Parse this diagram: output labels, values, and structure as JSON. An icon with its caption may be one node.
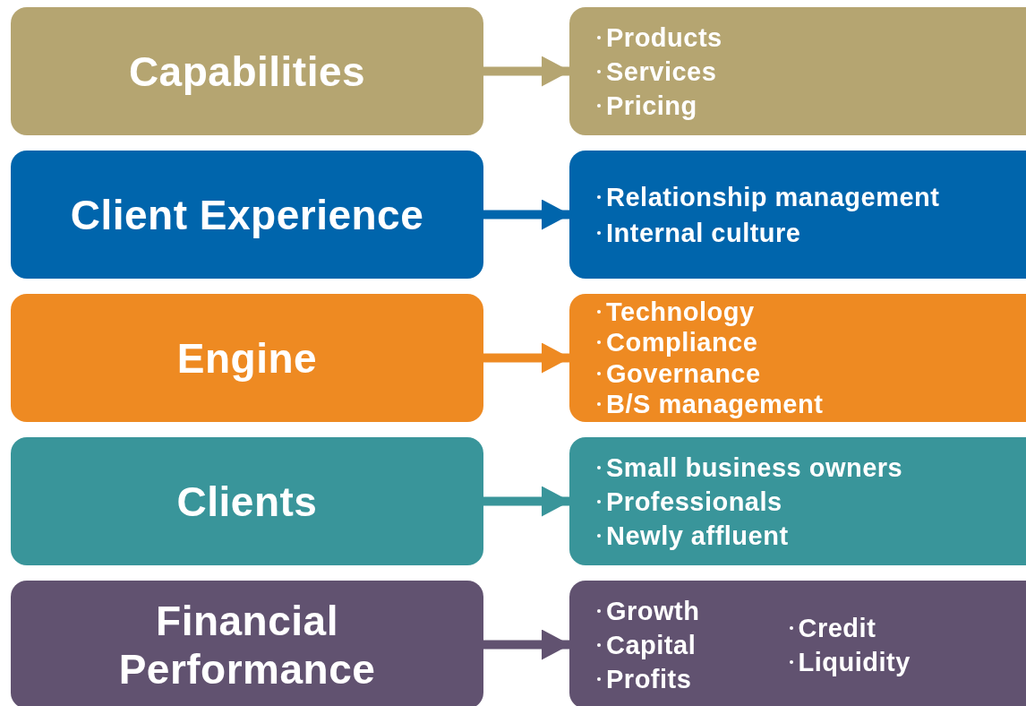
{
  "diagram": {
    "nodes": [
      {
        "text": [
          "Capabilities"
        ]
      },
      {
        "text": [
          "Products",
          "Services",
          "Pricing"
        ]
      },
      {
        "text": [
          "Client Experience"
        ]
      },
      {
        "text": [
          "Relationship management",
          "Internal culture"
        ]
      },
      {
        "text": [
          "Engine"
        ]
      },
      {
        "text": [
          "Technology",
          "Compliance",
          "Governance",
          "B/S management"
        ]
      },
      {
        "text": [
          "Clients"
        ]
      },
      {
        "text": [
          "Small business owners",
          "Professionals",
          "Newly affluent"
        ]
      },
      {
        "text": [
          "Financial Performance"
        ]
      },
      {
        "text": [
          "Growth",
          "Capital",
          "Profits",
          "Credit",
          "Liquidity"
        ]
      }
    ],
    "edges": [
      {
        "from": 0,
        "to": 1,
        "arrow": "to",
        "color": "#b5a571"
      },
      {
        "from": 2,
        "to": 3,
        "arrow": "to",
        "color": "#0065ac"
      },
      {
        "from": 4,
        "to": 5,
        "arrow": "to",
        "color": "#ee8a22"
      },
      {
        "from": 6,
        "to": 7,
        "arrow": "to",
        "color": "#39959a"
      },
      {
        "from": 8,
        "to": 9,
        "arrow": "to",
        "color": "#615270"
      }
    ]
  }
}
